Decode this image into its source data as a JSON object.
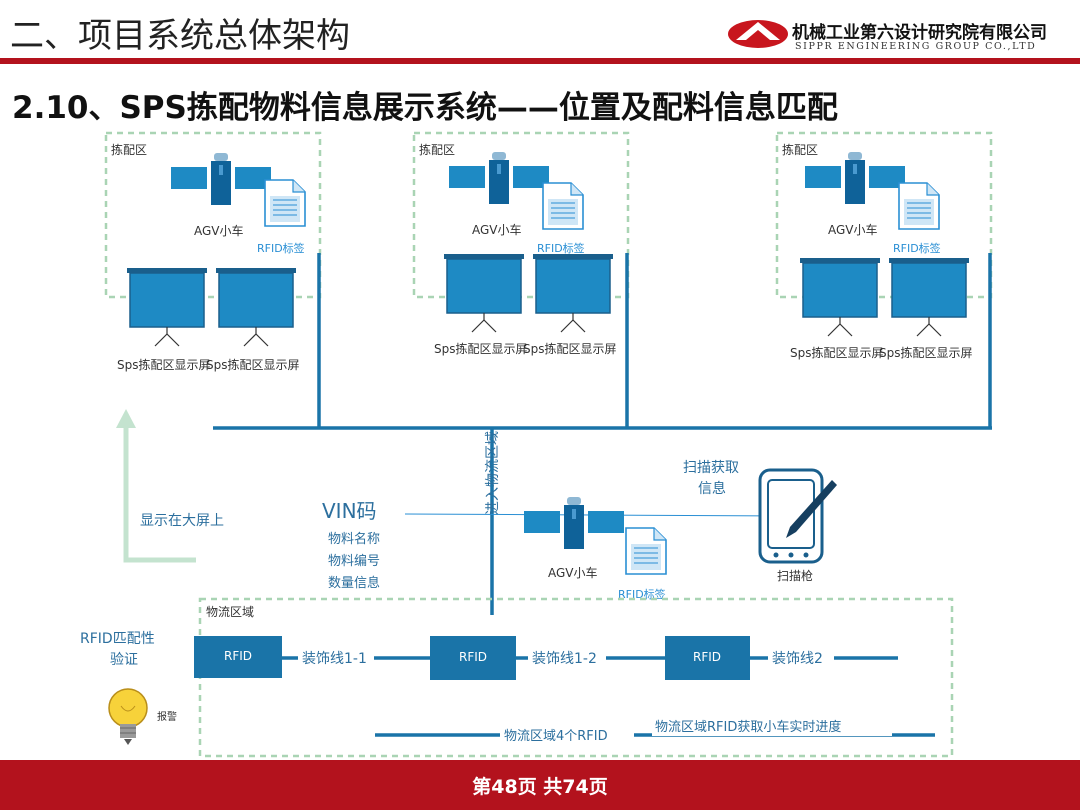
{
  "header": {
    "title": "二、项目系统总体架构",
    "company_name": "机械工业第六设计研究院有限公司",
    "company_name_en": "SIPPR ENGINEERING GROUP CO.,LTD"
  },
  "slide_title": "2.10、SPS拣配物料信息展示系统——位置及配料信息匹配",
  "picking_zones": [
    {
      "zone_label": "拣配区",
      "agv_label": "AGV小车",
      "rfid_tag_label": "RFID标签",
      "screen_labels": [
        "Sps拣配区显示屏",
        "Sps拣配区显示屏"
      ]
    },
    {
      "zone_label": "拣配区",
      "agv_label": "AGV小车",
      "rfid_tag_label": "RFID标签",
      "screen_labels": [
        "Sps拣配区显示屏",
        "Sps拣配区显示屏"
      ]
    },
    {
      "zone_label": "拣配区",
      "agv_label": "AGV小车",
      "rfid_tag_label": "RFID标签",
      "screen_labels": [
        "Sps拣配区显示屏",
        "Sps拣配区显示屏"
      ]
    }
  ],
  "middle": {
    "show_on_screen": "显示在大屏上",
    "vin": "VIN码",
    "vin_info": [
      "物料名称",
      "物料编号",
      "数量信息"
    ],
    "enter_logistics": "进入物流区域",
    "agv_label": "AGV小车",
    "rfid_tag_label": "RFID标签",
    "scan_info": [
      "扫描获取",
      "信息"
    ],
    "scanner_label": "扫描枪"
  },
  "logistics": {
    "area_label": "物流区域",
    "rfid_verify": [
      "RFID匹配性",
      "验证"
    ],
    "alarm_label": "报警",
    "readers": [
      {
        "label": "RFID",
        "line_label": "装饰线1-1"
      },
      {
        "label": "RFID",
        "line_label": "装饰线1-2"
      },
      {
        "label": "RFID",
        "line_label": "装饰线2"
      }
    ],
    "area_rfid_count": "物流区域4个RFID",
    "area_progress": "物流区域RFID获取小车实时进度"
  },
  "footer": {
    "page_text": "第48页  共74页"
  },
  "colors": {
    "brand_red": "#b3121d",
    "diagram_blue": "#1a74a8",
    "device_blue": "#1e8ac4",
    "dash_green": "#a9d4b4",
    "text_blue": "#2c6f9e",
    "arrow_green": "#c4e3cf"
  }
}
